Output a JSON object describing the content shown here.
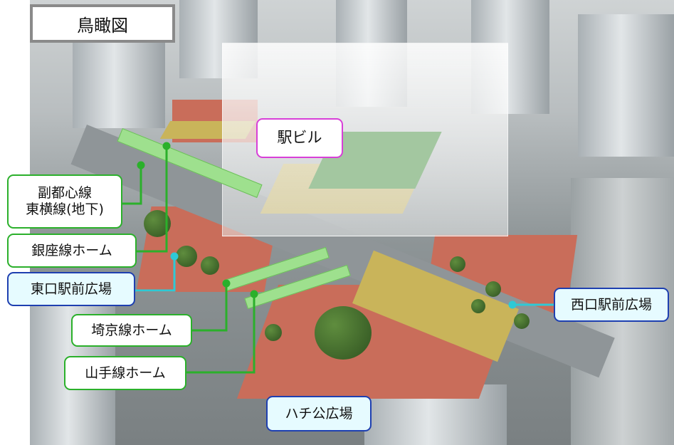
{
  "title": "鳥瞰図",
  "labels": {
    "eki_biru": "駅ビル",
    "fukutoshin_line1": "副都心線",
    "fukutoshin_line2": "東横線(地下)",
    "ginza_home": "銀座線ホーム",
    "higashiguchi": "東口駅前広場",
    "saikyo_home": "埼京線ホーム",
    "yamanote_home": "山手線ホーム",
    "hachiko": "ハチ公広場",
    "nishiguchi": "西口駅前広場"
  },
  "colors": {
    "green_callout": "#2bb02b",
    "blue_callout": "#1e3fb0",
    "pink_callout": "#d83fd8",
    "plaza": "#c96d5a",
    "platform": "#9ee08e"
  }
}
